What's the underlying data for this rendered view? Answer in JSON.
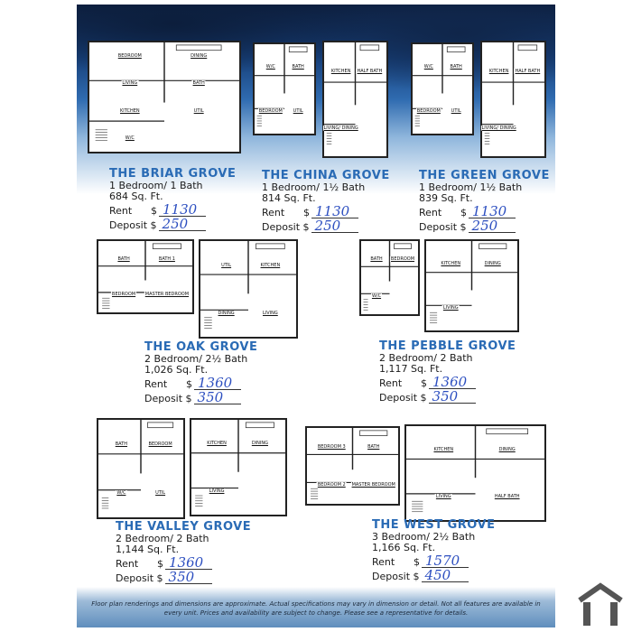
{
  "units": [
    {
      "name": "THE BRIAR GROVE",
      "beds": "1 Bedroom/ 1 Bath",
      "sqft": "684 Sq. Ft.",
      "rent_label": "Rent",
      "rent": "1130",
      "deposit_label": "Deposit $",
      "deposit": "250",
      "rooms": [
        "BEDROOM",
        "DINING",
        "LIVING",
        "BATH",
        "KITCHEN",
        "UTIL",
        "W/C"
      ]
    },
    {
      "name": "THE CHINA GROVE",
      "beds": "1 Bedroom/ 1½ Bath",
      "sqft": "814 Sq. Ft.",
      "rent_label": "Rent",
      "rent": "1130",
      "deposit_label": "Deposit $",
      "deposit": "250",
      "rooms": [
        "W/C",
        "BATH",
        "BEDROOM",
        "UTIL",
        "KITCHEN",
        "HALF BATH",
        "LIVING/ DINING"
      ]
    },
    {
      "name": "THE GREEN GROVE",
      "beds": "1 Bedroom/ 1½ Bath",
      "sqft": "839 Sq. Ft.",
      "rent_label": "Rent",
      "rent": "1130",
      "deposit_label": "Deposit $",
      "deposit": "250",
      "rooms": [
        "W/C",
        "BATH",
        "BEDROOM",
        "UTIL",
        "KITCHEN",
        "HALF BATH",
        "LIVING/ DINING"
      ]
    },
    {
      "name": "THE OAK GROVE",
      "beds": "2 Bedroom/ 2½ Bath",
      "sqft": "1,026 Sq. Ft.",
      "rent_label": "Rent",
      "rent": "1360",
      "deposit_label": "Deposit $",
      "deposit": "350",
      "rooms": [
        "BATH",
        "BATH 1",
        "BEDROOM",
        "MASTER BEDROOM",
        "UTIL",
        "KITCHEN",
        "DINING",
        "LIVING"
      ]
    },
    {
      "name": "THE PEBBLE GROVE",
      "beds": "2 Bedroom/ 2 Bath",
      "sqft": "1,117 Sq. Ft.",
      "rent_label": "Rent",
      "rent": "1360",
      "deposit_label": "Deposit $",
      "deposit": "350",
      "rooms": [
        "BATH",
        "BEDROOM",
        "W/C",
        "KITCHEN",
        "DINING",
        "LIVING"
      ]
    },
    {
      "name": "THE VALLEY GROVE",
      "beds": "2 Bedroom/ 2 Bath",
      "sqft": "1,144 Sq. Ft.",
      "rent_label": "Rent",
      "rent": "1360",
      "deposit_label": "Deposit $",
      "deposit": "350",
      "rooms": [
        "BATH",
        "BEDROOM",
        "W/C",
        "UTIL",
        "KITCHEN",
        "DINING",
        "LIVING"
      ]
    },
    {
      "name": "THE WEST GROVE",
      "beds": "3 Bedroom/ 2½ Bath",
      "sqft": "1,166 Sq. Ft.",
      "rent_label": "Rent",
      "rent": "1570",
      "deposit_label": "Deposit $",
      "deposit": "450",
      "rooms": [
        "BEDROOM 3",
        "BATH",
        "BEDROOM 2",
        "MASTER BEDROOM",
        "KITCHEN",
        "DINING",
        "LIVING",
        "HALF BATH"
      ]
    }
  ],
  "currency": "$",
  "footer": "Floor plan renderings and dimensions are approximate. Actual specifications may vary in dimension or detail. Not all features are available in every unit. Prices and availability are subject to change. Please see a representative for details.",
  "colors": {
    "title": "#2a6bb5",
    "handwriting": "#2d4fc0",
    "wash_dark": "#0d1f3f"
  }
}
